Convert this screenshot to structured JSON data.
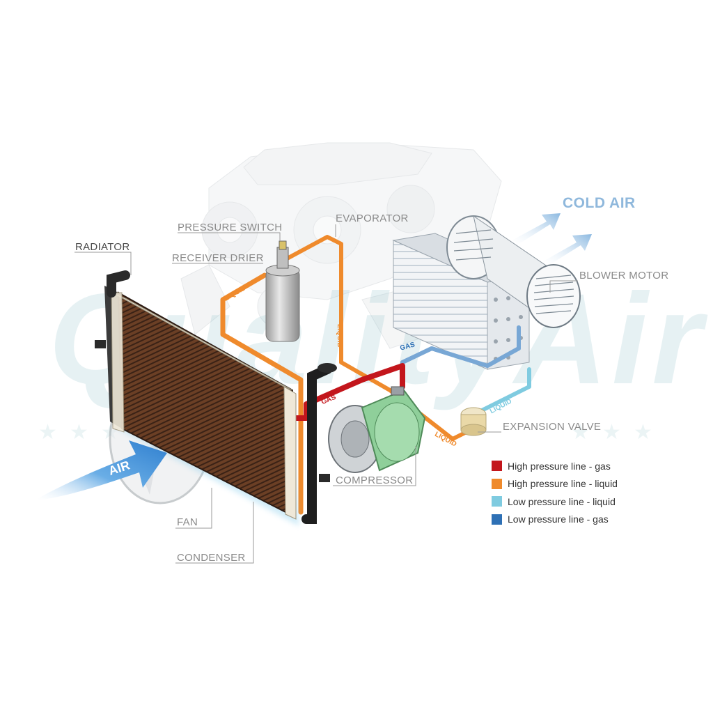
{
  "watermark": "QualityAir",
  "labels": {
    "radiator": "RADIATOR",
    "pressure_switch": "PRESSURE SWITCH",
    "receiver_drier": "RECEIVER DRIER",
    "evaporator": "EVAPORATOR",
    "blower_motor": "BLOWER MOTOR",
    "expansion_valve": "EXPANSION VALVE",
    "compressor": "COMPRESSOR",
    "fan": "FAN",
    "condenser": "CONDENSER",
    "cold_air": "COLD AIR",
    "air": "AIR"
  },
  "flow_tags": {
    "liquid_1": "LIQUID",
    "liquid_2": "LIQUID",
    "liquid_3": "LIQUID",
    "liquid_4": "LIQUID",
    "gas_1": "GAS",
    "gas_2": "GAS"
  },
  "legend": [
    {
      "label": "High pressure line - gas",
      "color": "#c3161c"
    },
    {
      "label": "High pressure line - liquid",
      "color": "#ef8a2c"
    },
    {
      "label": "Low pressure line - liquid",
      "color": "#7fcbe0"
    },
    {
      "label": "Low pressure line -  gas",
      "color": "#2e70b5"
    }
  ],
  "colors": {
    "high_gas": "#c3161c",
    "high_liquid": "#ef8a2c",
    "low_liquid": "#7fcbe0",
    "low_gas": "#2e70b5",
    "air_arrow": "#3d8fd4",
    "cold_air": "#8fb8dc"
  }
}
